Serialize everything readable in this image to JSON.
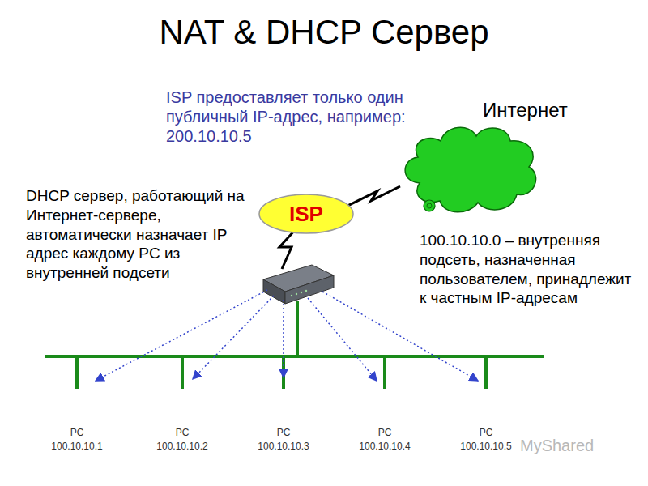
{
  "diagram": {
    "title": "NAT & DHCP Сервер",
    "nodes": [
      {
        "text": [
          "ISP"
        ]
      },
      {
        "text": [
          "Интернет"
        ]
      }
    ],
    "edges": [
      {
        "from": 0,
        "to": 1,
        "arrow": "none"
      }
    ],
    "labels": [
      "ISP предоставляет только один публичный IP-адрес, например: 200.10.10.5",
      "DHCP сервер, работающий на Интернет-сервере, автоматически назначает IP адрес каждому PC из внутренней подсети",
      "100.10.10.0 – внутренняя подсеть, назначенная пользователем, принадлежит к частным IP-адресам",
      "PC",
      "100.10.10.1",
      "PC",
      "100.10.10.2",
      "PC",
      "100.10.10.3",
      "PC",
      "100.10.10.4",
      "PC",
      "100.10.10.5",
      "MyShared"
    ]
  }
}
